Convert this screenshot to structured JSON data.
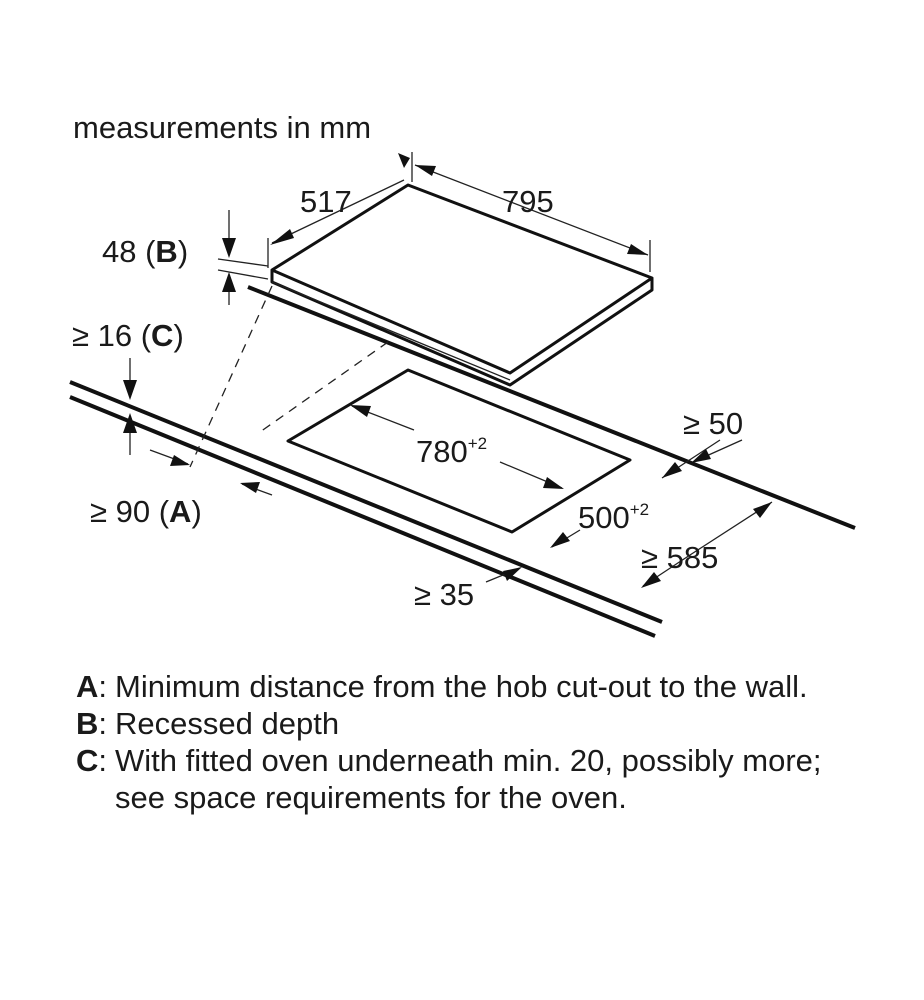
{
  "title": "measurements in mm",
  "dimensions": {
    "hob_depth": "517",
    "hob_width": "795",
    "recess_value": "48",
    "recess_key": "B",
    "gap_prefix": "≥ 16",
    "gap_key": "C",
    "wall_prefix": "≥ 90",
    "wall_key": "A",
    "cutout_width": "780",
    "cutout_width_tol": "+2",
    "cutout_depth": "500",
    "cutout_depth_tol": "+2",
    "back_clearance": "≥ 50",
    "front_clearance": "≥ 35",
    "worktop_depth": "≥ 585"
  },
  "legend": [
    {
      "key": "A",
      "text": "Minimum distance from the hob cut-out to the wall."
    },
    {
      "key": "B",
      "text": "Recessed depth"
    },
    {
      "key": "C",
      "text": "With fitted oven underneath min. 20, possibly more; see space requirements for the oven."
    }
  ]
}
